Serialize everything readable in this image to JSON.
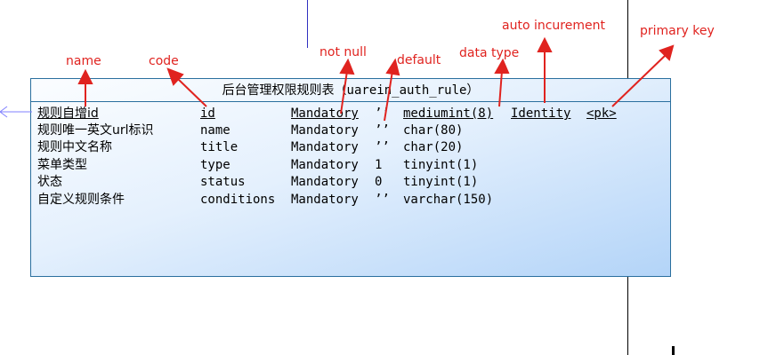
{
  "colors": {
    "annotation": "#e0231f",
    "entity_border": "#2a6f9e",
    "entity_fill_start": "#fbfdff",
    "entity_fill_end": "#b3d4f8",
    "connector": "#8080ff"
  },
  "entity": {
    "title": "后台管理权限规则表（uarein_auth_rule）",
    "rows": [
      {
        "name": "规则自增id",
        "code": "id",
        "not_null": "Mandatory",
        "default": "’’",
        "type": "mediumint(8)",
        "identity": "Identity",
        "pk": "<pk>"
      },
      {
        "name": "规则唯一英文url标识",
        "code": "name",
        "not_null": "Mandatory",
        "default": "’’",
        "type": "char(80)",
        "identity": "",
        "pk": ""
      },
      {
        "name": "规则中文名称",
        "code": "title",
        "not_null": "Mandatory",
        "default": "’’",
        "type": "char(20)",
        "identity": "",
        "pk": ""
      },
      {
        "name": "菜单类型",
        "code": "type",
        "not_null": "Mandatory",
        "default": "1",
        "type": "tinyint(1)",
        "identity": "",
        "pk": ""
      },
      {
        "name": "状态",
        "code": "status",
        "not_null": "Mandatory",
        "default": "0",
        "type": "tinyint(1)",
        "identity": "",
        "pk": ""
      },
      {
        "name": "自定义规则条件",
        "code": "conditions",
        "not_null": "Mandatory",
        "default": "’’",
        "type": "varchar(150)",
        "identity": "",
        "pk": ""
      }
    ]
  },
  "annotations": {
    "name": "name",
    "code": "code",
    "not_null": "not null",
    "default": "default",
    "data_type": "data type",
    "auto_increment": "auto incurement",
    "primary_key": "primary key"
  }
}
